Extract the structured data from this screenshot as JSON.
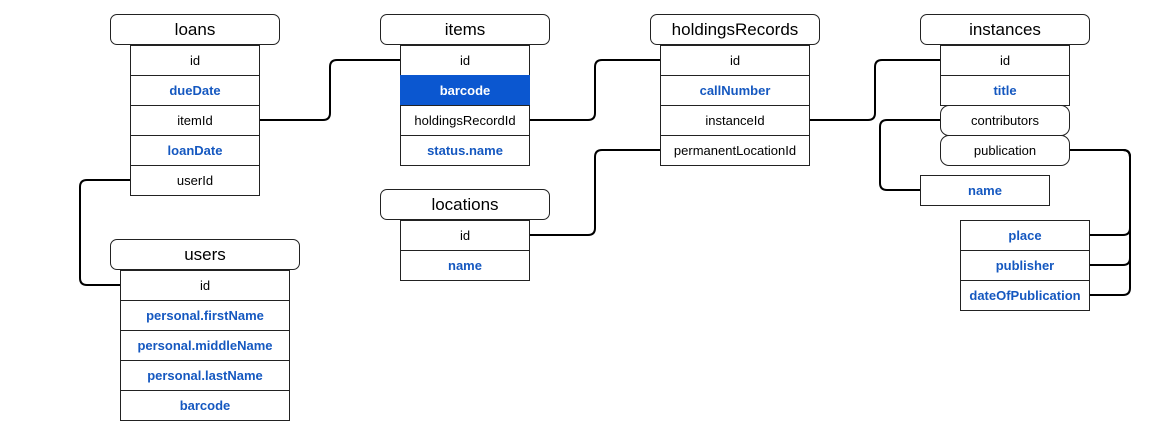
{
  "tables": {
    "loans": {
      "title": "loans",
      "fields": [
        "id",
        "dueDate",
        "itemId",
        "loanDate",
        "userId"
      ]
    },
    "items": {
      "title": "items",
      "fields": [
        "id",
        "barcode",
        "holdingsRecordId",
        "status.name"
      ]
    },
    "holdings": {
      "title": "holdingsRecords",
      "fields": [
        "id",
        "callNumber",
        "instanceId",
        "permanentLocationId"
      ]
    },
    "instances": {
      "title": "instances",
      "fields": [
        "id",
        "title",
        "contributors",
        "publication"
      ]
    },
    "locations": {
      "title": "locations",
      "fields": [
        "id",
        "name"
      ]
    },
    "users": {
      "title": "users",
      "fields": [
        "id",
        "personal.firstName",
        "personal.middleName",
        "personal.lastName",
        "barcode"
      ]
    },
    "contributors": {
      "fields": [
        "name"
      ]
    },
    "publication": {
      "fields": [
        "place",
        "publisher",
        "dateOfPublication"
      ]
    }
  },
  "colors": {
    "highlight": "#1558c0",
    "selected_fill": "#0b57d0",
    "line": "#000000"
  }
}
